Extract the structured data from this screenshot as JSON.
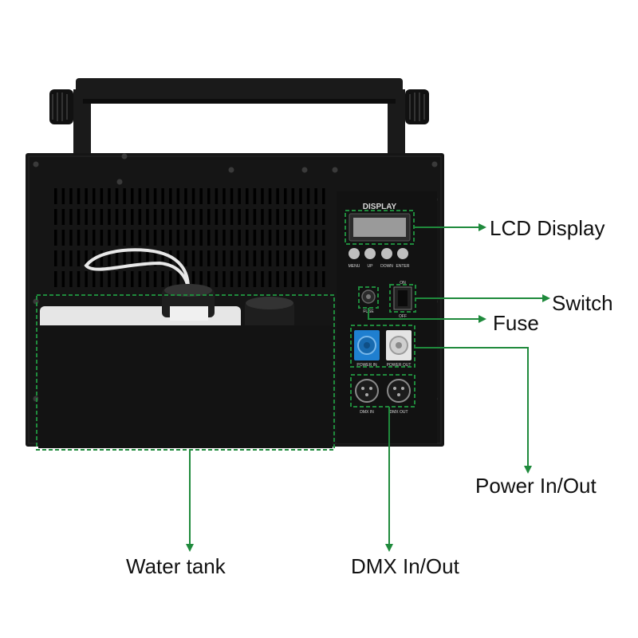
{
  "panel": {
    "display_heading": "DISPLAY",
    "buttons": [
      "MENU",
      "UP",
      "DOWN",
      "ENTER"
    ],
    "switch_on": "ON",
    "switch_off": "OFF",
    "fuse_label": "FUSE",
    "power_in_label": "POWER IN",
    "power_out_label": "POWER OUT",
    "dmx_in_label": "DMX IN",
    "dmx_out_label": "DMX OUT"
  },
  "callouts": {
    "lcd_display": "LCD Display",
    "switch": "Switch",
    "fuse": "Fuse",
    "power_in_out": "Power In/Out",
    "water_tank": "Water tank",
    "dmx_in_out": "DMX In/Out"
  },
  "colors": {
    "callout_green": "#1f8a3c",
    "body_black": "#151515",
    "power_in_blue": "#1f7fd0",
    "power_out_grey": "#e4e4e4"
  }
}
